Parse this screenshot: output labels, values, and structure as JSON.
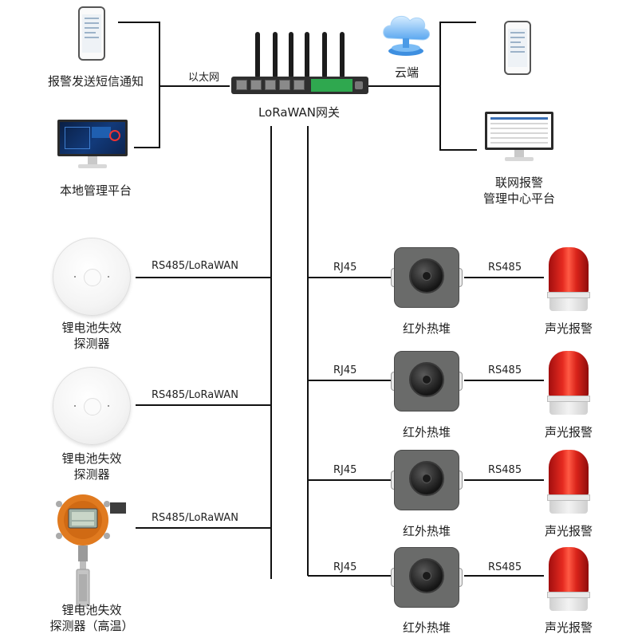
{
  "gateway": {
    "label": "LoRaWAN网关",
    "icon": "lorawan-gateway-icon"
  },
  "cloud": {
    "label": "云端",
    "icon": "cloud-icon"
  },
  "left_top": {
    "sms": {
      "label": "报警发送短信通知",
      "icon": "phone-icon"
    },
    "local": {
      "label": "本地管理平台",
      "icon": "monitor-icon"
    },
    "link": "以太网"
  },
  "right_top": {
    "center_line1": "联网报警",
    "center_line2": "管理中心平台"
  },
  "left_devices": [
    {
      "line1": "锂电池失效",
      "line2": "探测器",
      "link": "RS485/LoRaWAN"
    },
    {
      "line1": "锂电池失效",
      "line2": "探测器",
      "link": "RS485/LoRaWAN"
    },
    {
      "line1": "锂电池失效",
      "line2": "探测器（高温）",
      "link": "RS485/LoRaWAN"
    }
  ],
  "right_rows": [
    {
      "link_in": "RJ45",
      "sensor": "红外热堆",
      "link_out": "RS485",
      "alarm": "声光报警"
    },
    {
      "link_in": "RJ45",
      "sensor": "红外热堆",
      "link_out": "RS485",
      "alarm": "声光报警"
    },
    {
      "link_in": "RJ45",
      "sensor": "红外热堆",
      "link_out": "RS485",
      "alarm": "声光报警"
    },
    {
      "link_in": "RJ45",
      "sensor": "红外热堆",
      "link_out": "RS485",
      "alarm": "声光报警"
    }
  ],
  "colors": {
    "line": "#111111",
    "gateway_terminal": "#2fa84f",
    "alarm_red": "#e52a20",
    "gas_detector_orange": "#e07a1f"
  }
}
